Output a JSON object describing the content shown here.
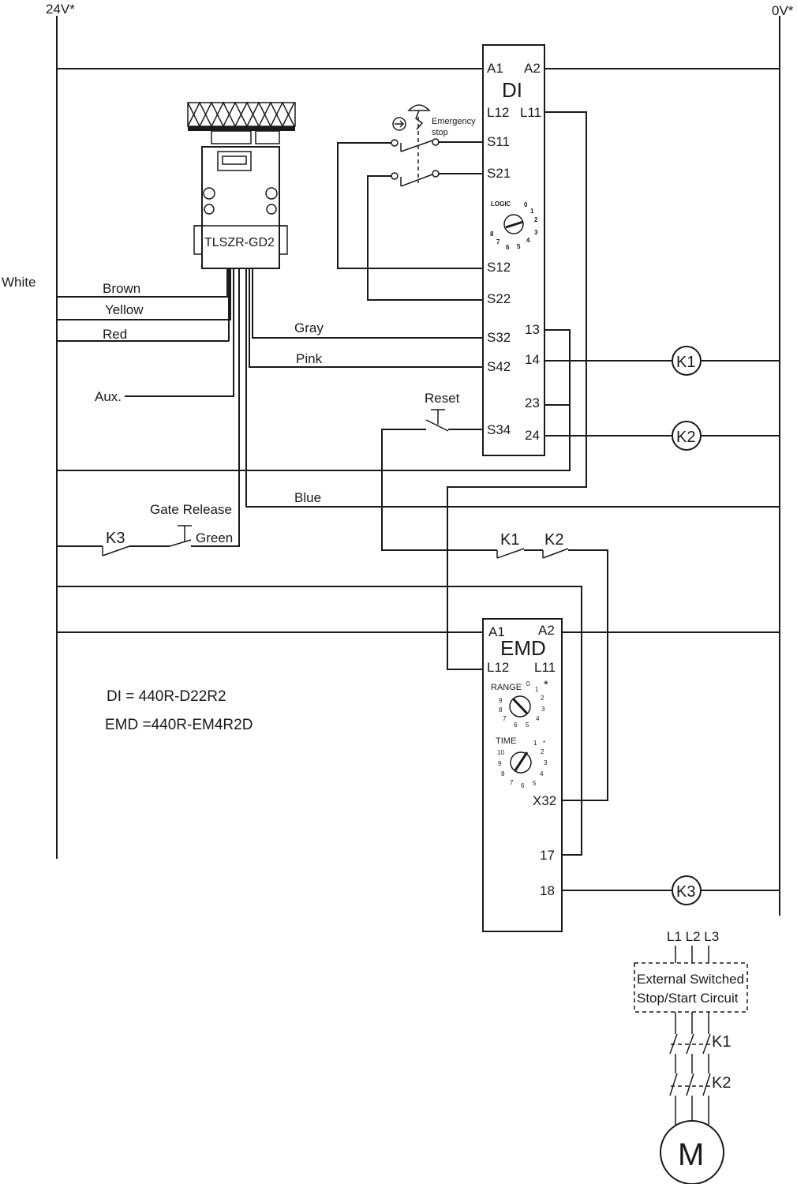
{
  "rails": {
    "left": "24V*",
    "right": "0V*"
  },
  "side_label": "White",
  "sensor": {
    "model": "TLSZR-GD2"
  },
  "wires": {
    "brown": "Brown",
    "yellow": "Yellow",
    "red": "Red",
    "gray": "Gray",
    "pink": "Pink",
    "aux": "Aux.",
    "blue": "Blue",
    "green": "Green"
  },
  "emergency_stop": {
    "label": "Emergency\nstop"
  },
  "reset": {
    "label": "Reset"
  },
  "gate_release": {
    "label": "Gate Release"
  },
  "contacts": {
    "k1": "K1",
    "k2": "K2",
    "k3": "K3"
  },
  "coils": [
    "K1",
    "K2",
    "K3"
  ],
  "di": {
    "title": "DI",
    "a1": "A1",
    "a2": "A2",
    "l12": "L12",
    "l11": "L11",
    "s11": "S11",
    "s21": "S21",
    "s12": "S12",
    "s22": "S22",
    "s32": "S32",
    "s42": "S42",
    "s34": "S34",
    "t13": "13",
    "t14": "14",
    "t23": "23",
    "t24": "24",
    "logic_label": "LOGIC",
    "logic_digits": [
      "0",
      "1",
      "2",
      "3",
      "4",
      "5",
      "6",
      "7",
      "8"
    ]
  },
  "emd": {
    "title": "EMD",
    "a1": "A1",
    "a2": "A2",
    "l12": "L12",
    "l11": "L11",
    "range_label": "RANGE",
    "range_digits": [
      "0",
      "1",
      "2",
      "3",
      "4",
      "5",
      "6",
      "7",
      "8",
      "9"
    ],
    "time_label": "TIME",
    "time_digits": [
      "1",
      "2",
      "3",
      "4",
      "5",
      "6",
      "7",
      "8",
      "9",
      "10"
    ],
    "star": "*",
    "x32": "X32",
    "t17": "17",
    "t18": "18"
  },
  "legend": {
    "di": "DI = 440R-D22R2",
    "emd": "EMD =440R-EM4R2D"
  },
  "motor_circuit": {
    "phases": "L1 L2 L3",
    "ext_box_line1": "External Switched",
    "ext_box_line2": "Stop/Start Circuit",
    "k1": "K1",
    "k2": "K2",
    "motor": "M"
  }
}
